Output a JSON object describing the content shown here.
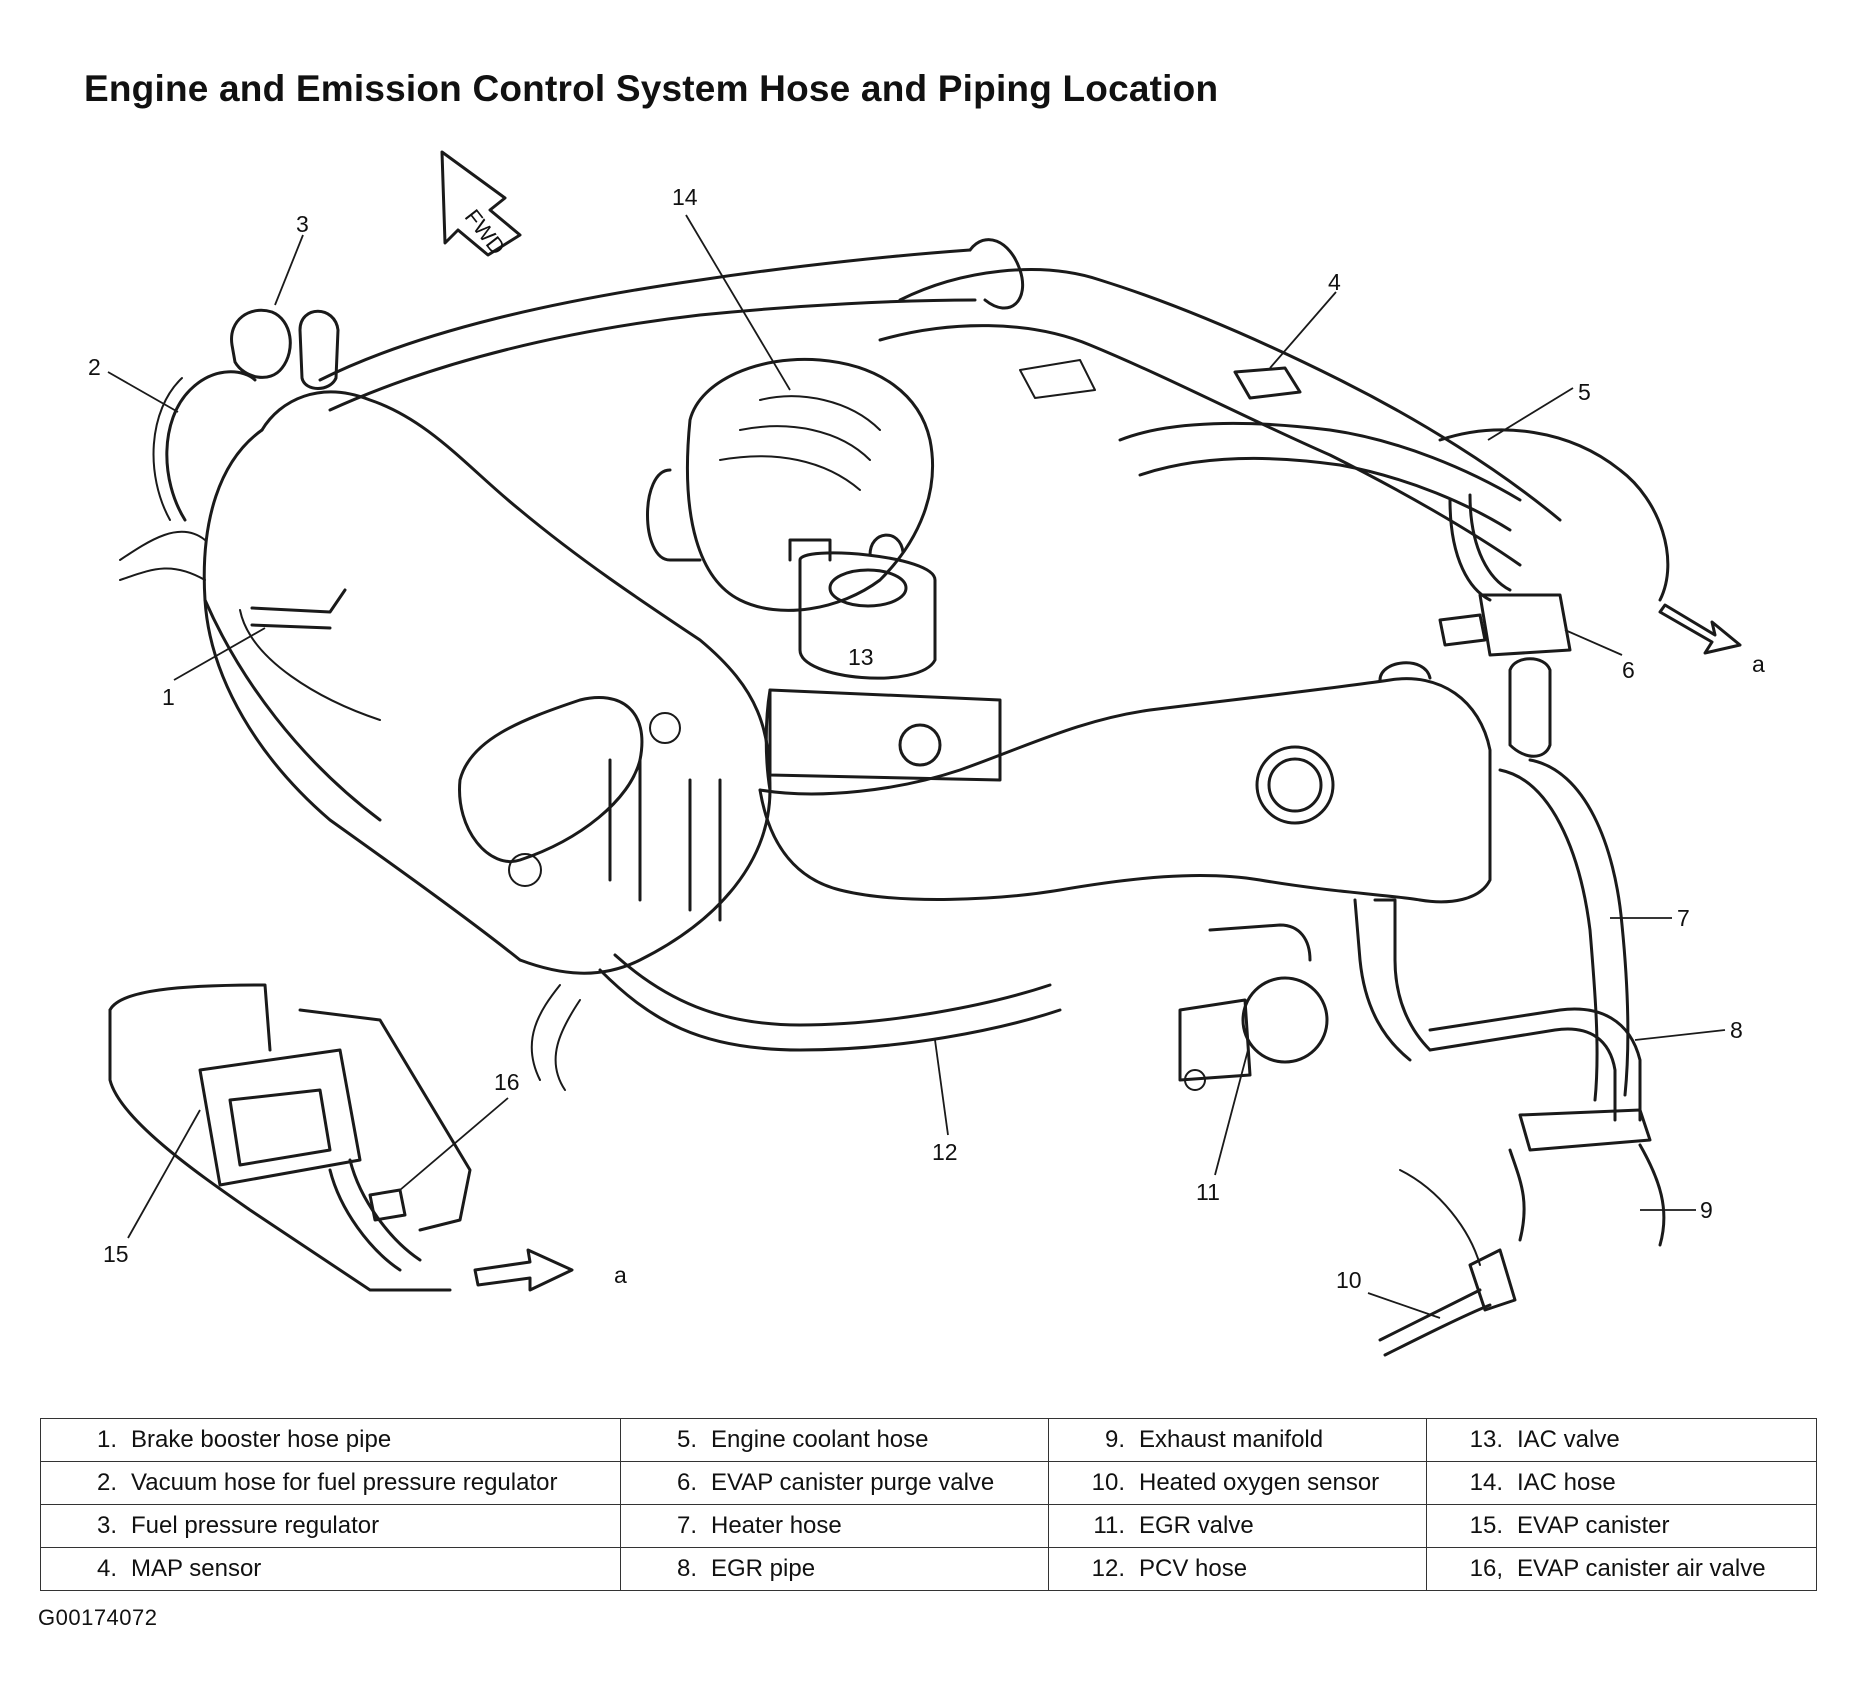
{
  "title": "Engine and Emission Control System Hose and Piping Location",
  "diagram": {
    "direction_label": "FWD",
    "connector_label": "a",
    "callouts": [
      "1",
      "2",
      "3",
      "4",
      "5",
      "6",
      "7",
      "8",
      "9",
      "10",
      "11",
      "12",
      "13",
      "14",
      "15",
      "16"
    ]
  },
  "legend": [
    {
      "num": "1.",
      "label": "Brake booster hose pipe"
    },
    {
      "num": "2.",
      "label": "Vacuum hose for fuel pressure regulator"
    },
    {
      "num": "3.",
      "label": "Fuel pressure regulator"
    },
    {
      "num": "4.",
      "label": "MAP sensor"
    },
    {
      "num": "5.",
      "label": "Engine coolant hose"
    },
    {
      "num": "6.",
      "label": "EVAP canister purge valve"
    },
    {
      "num": "7.",
      "label": "Heater hose"
    },
    {
      "num": "8.",
      "label": "EGR pipe"
    },
    {
      "num": "9.",
      "label": "Exhaust manifold"
    },
    {
      "num": "10.",
      "label": "Heated oxygen sensor"
    },
    {
      "num": "11.",
      "label": "EGR valve"
    },
    {
      "num": "12.",
      "label": "PCV hose"
    },
    {
      "num": "13.",
      "label": "IAC valve"
    },
    {
      "num": "14.",
      "label": "IAC hose"
    },
    {
      "num": "15.",
      "label": "EVAP canister"
    },
    {
      "num": "16,",
      "label": "EVAP canister air valve"
    }
  ],
  "figure_code": "G00174072"
}
